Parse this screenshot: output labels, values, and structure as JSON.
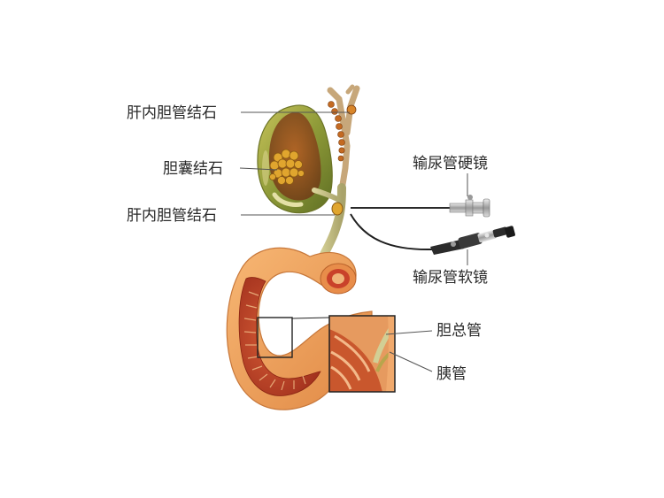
{
  "labels": {
    "intrahepatic_stone_top": "肝内胆管结石",
    "gallbladder_stone": "胆囊结石",
    "intrahepatic_stone_bottom": "肝内胆管结石",
    "rigid_ureteroscope": "输尿管硬镜",
    "flexible_ureteroscope": "输尿管软镜",
    "common_bile_duct": "胆总管",
    "pancreatic_duct": "胰管"
  },
  "colors": {
    "duodenum_outer": "#f0a35a",
    "duodenum_inner": "#c4432a",
    "gallbladder": "#8f9a3a",
    "stone": "#d9a12c",
    "duct": "#c9c48a",
    "leader_line": "#555555",
    "scope_metal": "#b9b9b9",
    "scope_dark": "#2b2b2b"
  }
}
